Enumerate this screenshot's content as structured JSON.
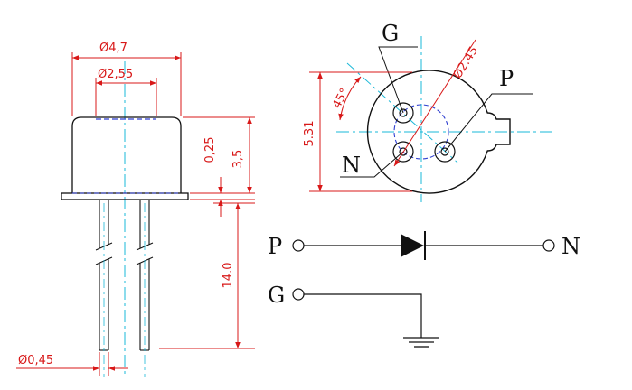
{
  "colors": {
    "outline": "#111111",
    "dimension": "#d81818",
    "centerline": "#1ab8d8",
    "hidden": "#2f3fd0"
  },
  "side_view": {
    "dim_can_diameter": "Ø4,7",
    "dim_window_diameter": "Ø2,55",
    "dim_flange": "0,25",
    "dim_can_height": "3,5",
    "dim_lead_length": "14.0",
    "dim_lead_diameter": "Ø0,45"
  },
  "top_view": {
    "label_g": "G",
    "label_p": "P",
    "label_n": "N",
    "dim_pin_circle": "Ø2.45",
    "dim_angle": "45°",
    "dim_height": "5.31"
  },
  "schematic": {
    "label_p": "P",
    "label_n": "N",
    "label_g": "G"
  }
}
